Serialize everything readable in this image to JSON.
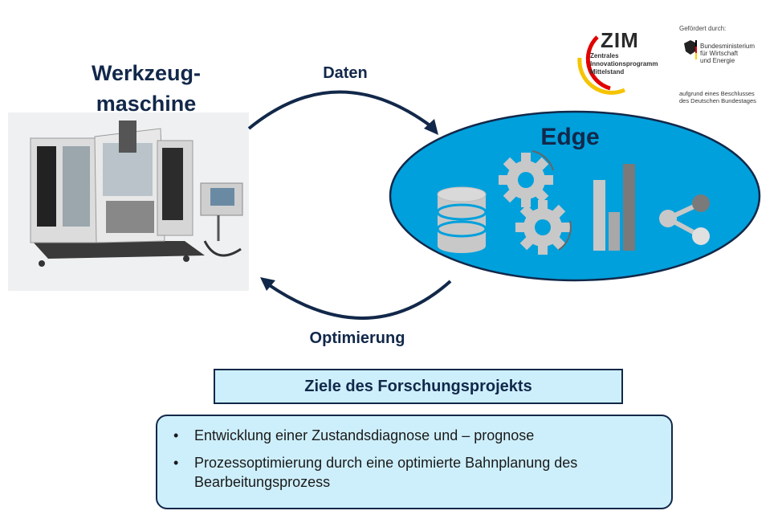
{
  "machine": {
    "title_line1": "Werkzeug-",
    "title_line2": "maschine"
  },
  "flow": {
    "top_label": "Daten",
    "bottom_label": "Optimierung"
  },
  "edge": {
    "title": "Edge",
    "fill_color": "#00a0dc",
    "icons": [
      "database-icon",
      "gear-icon",
      "gear-icon",
      "bar-chart-icon",
      "share-icon"
    ]
  },
  "goals": {
    "title": "Ziele des Forschungsprojekts",
    "items": [
      "Entwicklung einer Zustandsdiagnose und – prognose",
      "Prozessoptimierung durch eine optimierte Bahnplanung des Bearbeitungsprozess"
    ],
    "box_color": "#cdeffb",
    "border_color": "#12284a"
  },
  "logos": {
    "zim": {
      "letters": "ZIM",
      "subtitle": [
        "Zentrales",
        "Innovationsprogramm",
        "Mittelstand"
      ]
    },
    "bmwi": {
      "heading": "Gefördert durch:",
      "ministry": [
        "Bundesministerium",
        "für Wirtschaft",
        "und Energie"
      ],
      "footer": [
        "aufgrund eines Beschlusses",
        "des Deutschen Bundestages"
      ]
    }
  }
}
